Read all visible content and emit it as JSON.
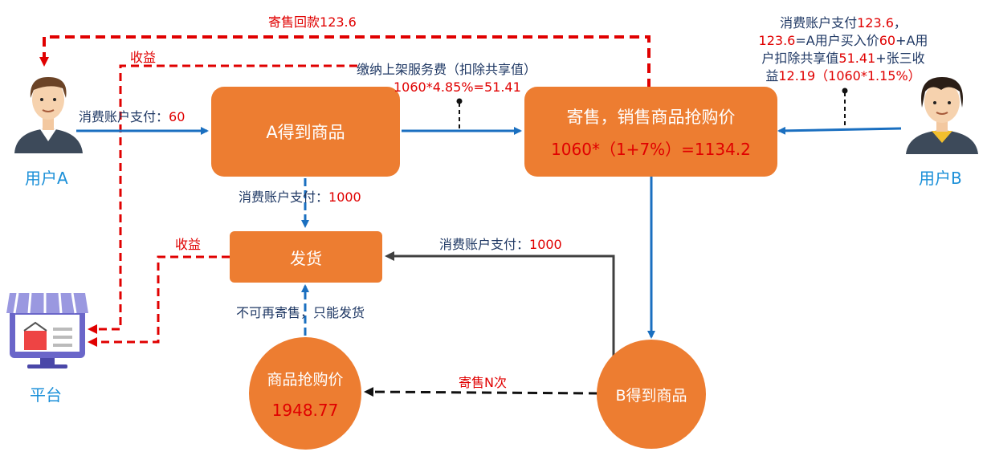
{
  "nodes": {
    "a_get": "A得到商品",
    "consign_title": "寄售，销售商品抢购价",
    "consign_formula": "1060*（1+7%）=1134.2",
    "ship": "发货",
    "b_get": "B得到商品",
    "rush_title": "商品抢购价",
    "rush_value": "1948.77"
  },
  "actors": {
    "user_a": "用户A",
    "user_b": "用户B",
    "platform": "平台"
  },
  "labels": {
    "consign_refund_prefix": "寄售回款",
    "consign_refund_value": "123.6",
    "income_top": "收益",
    "listing_fee": "缴纳上架服务费（扣除共享值）",
    "listing_fee_formula": "1060*4.85%=51.41",
    "pay_a_prefix": "消费账户支付：",
    "pay_a_value": "60",
    "pay_1000_prefix": "消费账户支付：",
    "pay_1000_value": "1000",
    "pay_b_ship_prefix": "消费账户支付：",
    "pay_b_ship_value": "1000",
    "income_ship": "收益",
    "no_resale": "不可再寄售，只能发货",
    "consign_n": "寄售N次",
    "b_pay_l1_a": "消费账户支付",
    "b_pay_l1_b": "123.6",
    "b_pay_l1_c": "，",
    "b_pay_l2_a": "123.6",
    "b_pay_l2_b": "=A用户买入价",
    "b_pay_l2_c": "60",
    "b_pay_l2_d": "+A用",
    "b_pay_l3_a": "户扣除共享值",
    "b_pay_l3_b": "51.41",
    "b_pay_l3_c": "+张三收",
    "b_pay_l4_a": "益",
    "b_pay_l4_b": "12.19（1060*1.15%）"
  },
  "colors": {
    "node": "#ED7D31",
    "flow_blue": "#1A6FC0",
    "flow_red_dashed": "#E00000",
    "flow_black_dashed": "#111111",
    "flow_gray": "#404040",
    "actor_label": "#1A8FD8"
  },
  "icons": {
    "user_a": "male-user-icon",
    "user_b": "female-user-icon",
    "platform": "storefront-icon"
  }
}
